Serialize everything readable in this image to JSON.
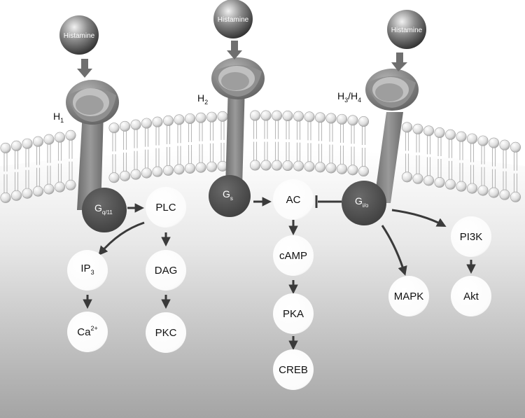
{
  "ligand": "Histamine",
  "receptors": {
    "h1": {
      "main": "H",
      "sub": "1"
    },
    "h2": {
      "main": "H",
      "sub": "2"
    },
    "h34": {
      "main1": "H",
      "sub1": "3",
      "slash": "/",
      "main2": "H",
      "sub2": "4"
    }
  },
  "g_proteins": {
    "gq": {
      "main": "G",
      "sub": "q/11"
    },
    "gs": {
      "main": "G",
      "sub": "s"
    },
    "gi": {
      "main": "G",
      "sub": "i/o"
    }
  },
  "effectors": {
    "plc": "PLC",
    "ip3": {
      "main": "IP",
      "sub": "3"
    },
    "ca": {
      "main": "Ca",
      "sup": "2+"
    },
    "dag": "DAG",
    "pkc": "PKC",
    "ac": "AC",
    "camp": "cAMP",
    "pka": "PKA",
    "creb": "CREB",
    "mapk": "MAPK",
    "pi3k": "PI3K",
    "akt": "Akt"
  },
  "colors": {
    "membrane_head": "#d9d9d9",
    "receptor": "#7a7a7a",
    "g_protein": "#4a4a4a",
    "arrow": "#3a3a3a",
    "ligand_arrow": "#6f6f6f",
    "node_fill": "#ffffff",
    "cytoplasm_top": "#ffffff",
    "cytoplasm_bottom": "#a6a6a6"
  }
}
